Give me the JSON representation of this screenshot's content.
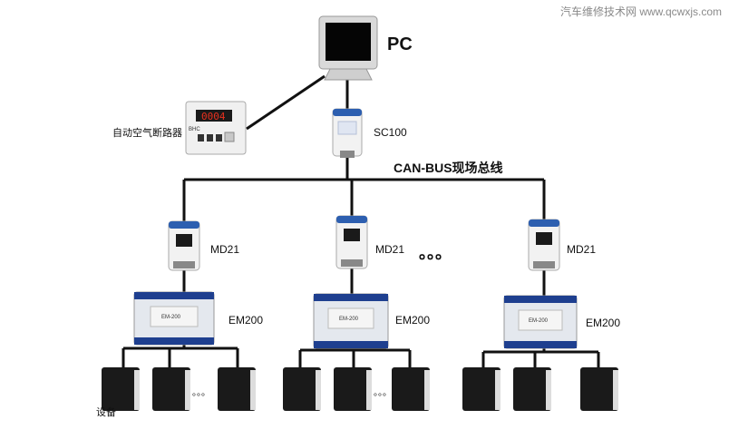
{
  "watermark": "汽车维修技术网 www.qcwxjs.com",
  "labels": {
    "pc": "PC",
    "breaker": "自动空气断路器",
    "sc100": "SC100",
    "bus": "CAN-BUS现场总线",
    "md21": "MD21",
    "em200": "EM200",
    "device": "设备",
    "ellipsis_big": "。。。",
    "ellipsis_small": "。。。"
  },
  "breaker_display": {
    "reading": "0004",
    "brand": "BHC"
  },
  "em_panel_text": "EM-200",
  "colors": {
    "line": "#111111",
    "monitor_body": "#d9d9d9",
    "screen": "#050505",
    "module_body": "#f2f2f2",
    "module_blue": "#2d5fb0",
    "em_body": "#e4e8ee",
    "em_top": "#1e3f8f",
    "device_dark": "#1a1a1a",
    "display_red": "#e8301e"
  }
}
